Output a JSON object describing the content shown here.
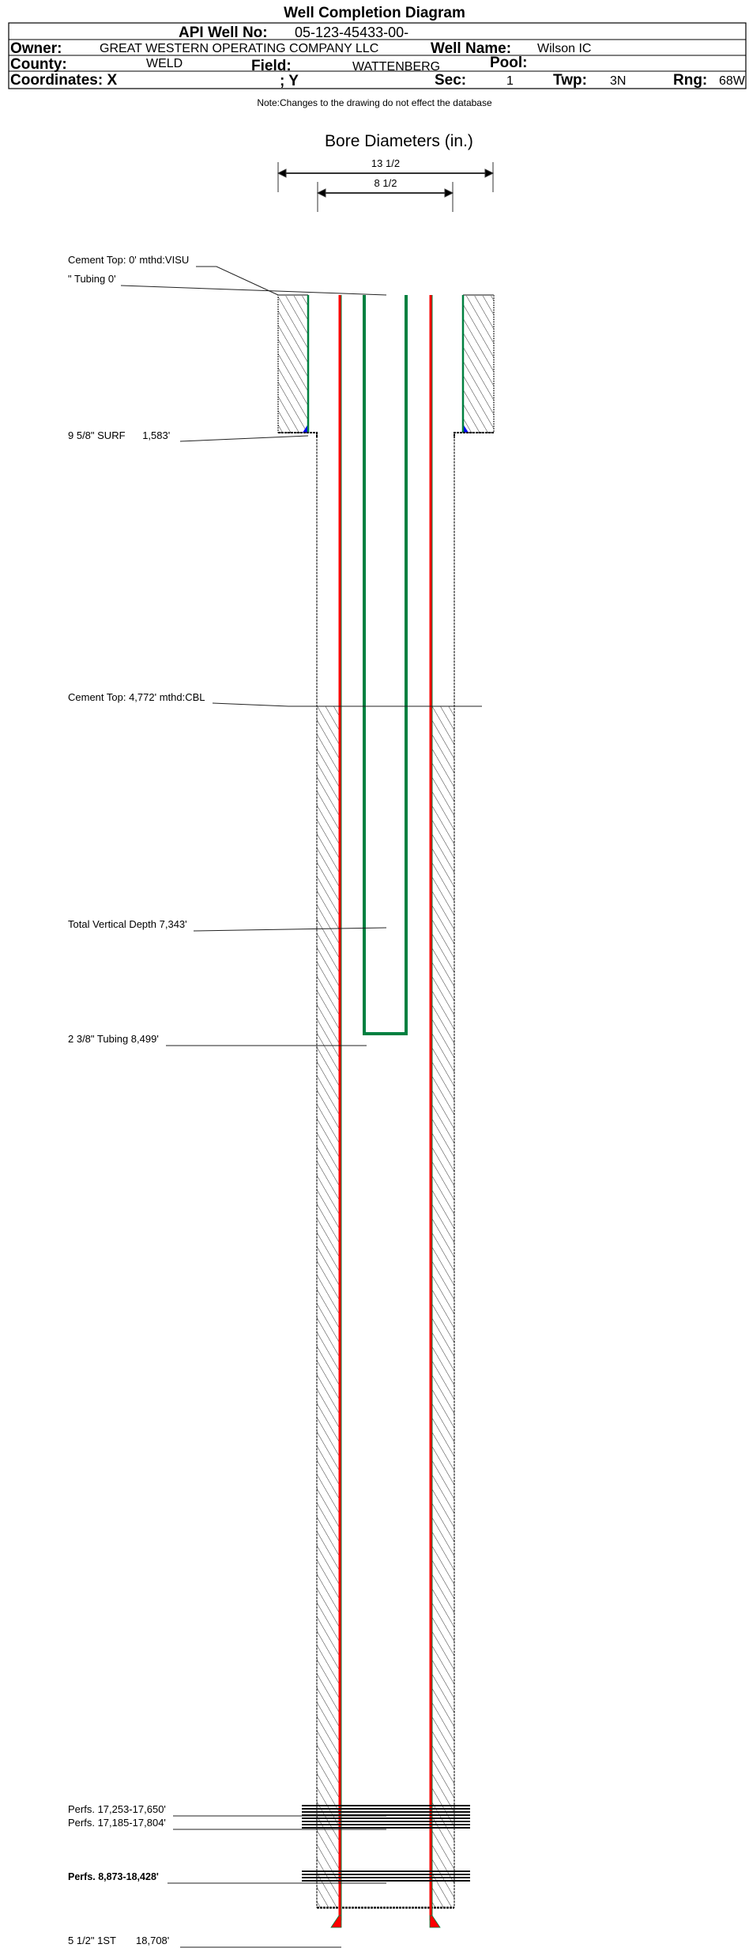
{
  "title": "Well Completion Diagram",
  "header": {
    "api_label": "API Well No:",
    "api_value": "05-123-45433-00-",
    "owner_label": "Owner:",
    "owner_value": "GREAT WESTERN OPERATING COMPANY LLC",
    "well_name_label": "Well Name:",
    "well_name_value": "Wilson IC",
    "county_label": "County:",
    "county_value": "WELD",
    "field_label": "Field:",
    "field_value": "WATTENBERG",
    "pool_label": "Pool:",
    "coords_label": "Coordinates: X",
    "y_label": "; Y",
    "sec_label": "Sec:",
    "sec_value": "1",
    "twp_label": "Twp:",
    "twp_value": "3N",
    "rng_label": "Rng:",
    "rng_value": "68W"
  },
  "note": "Note:Changes to the drawing do not effect the database",
  "bore": {
    "title": "Bore Diameters (in.)",
    "outer": "13 1/2",
    "inner": "8 1/2"
  },
  "labels": {
    "cement_top_surface": "Cement Top: 0' mthd:VISU",
    "tubing_top": "\" Tubing 0'",
    "surface_casing": "9 5/8\" SURF      1,583'",
    "cement_top_prod": "Cement Top: 4,772' mthd:CBL",
    "tvd": "Total Vertical Depth 7,343'",
    "tubing": "2 3/8\" Tubing 8,499'",
    "perf1": "Perfs. 17,253-17,650'",
    "perf2": "Perfs. 17,185-17,804'",
    "perf3": "Perfs. 8,873-18,428'",
    "prod_casing": "5 1/2\" 1ST       18,708'"
  },
  "colors": {
    "casing": "#ff0000",
    "tubing": "#008040",
    "cement_shoe": "#0000ff"
  }
}
